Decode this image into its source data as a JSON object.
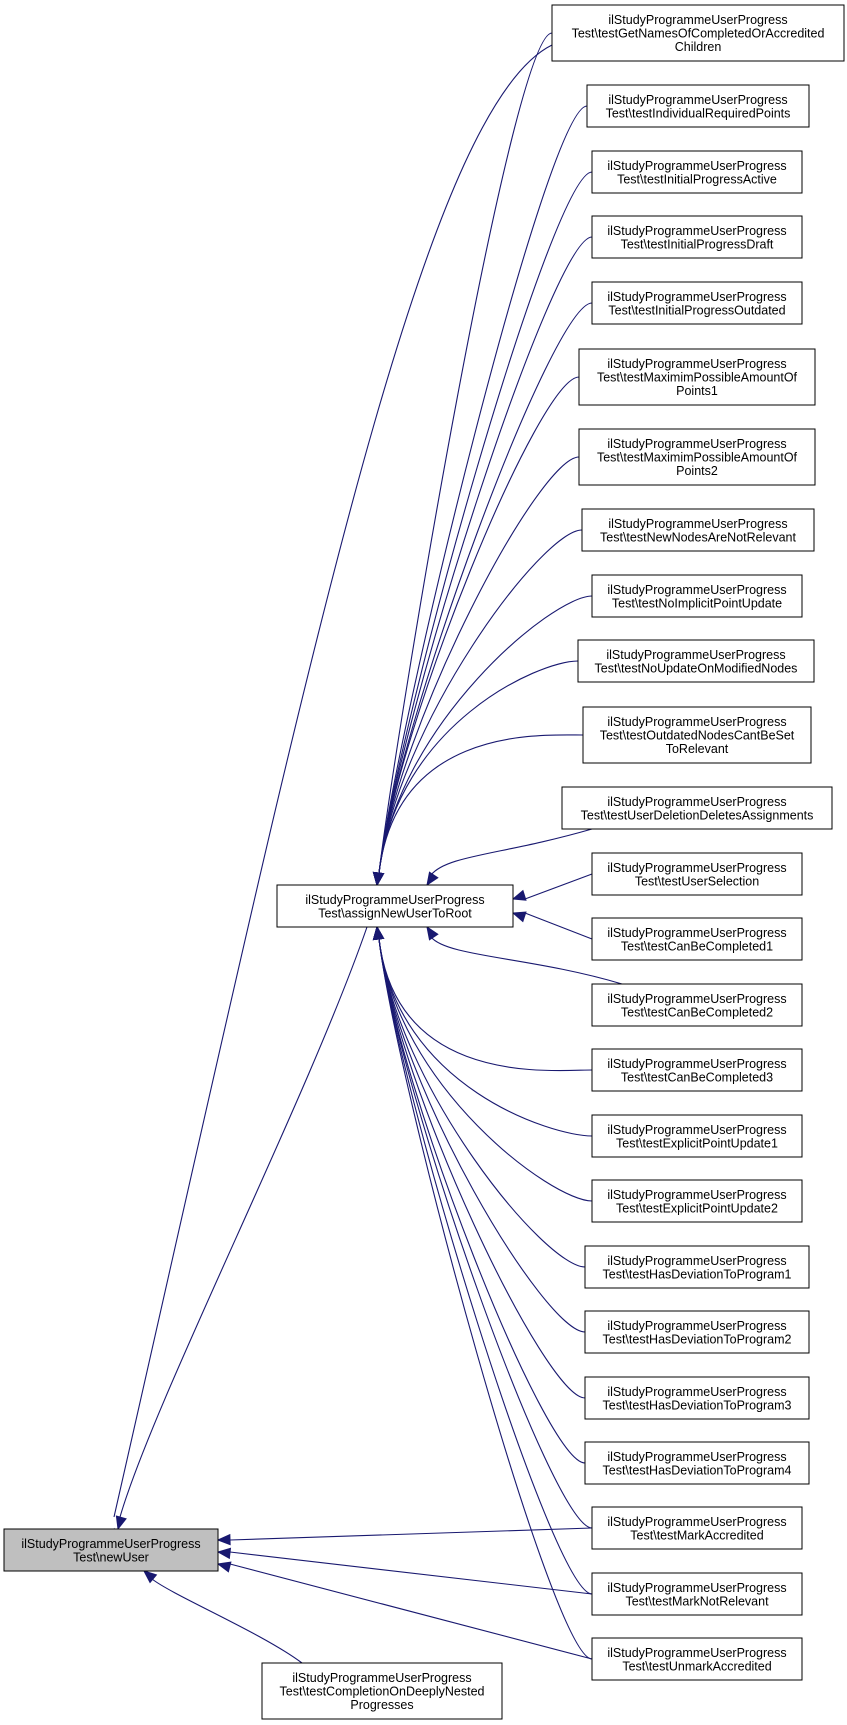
{
  "nodes": [
    {
      "id": "newUser",
      "lines": [
        "ilStudyProgrammeUserProgress",
        "Test\\newUser"
      ]
    },
    {
      "id": "testCompletionOnDeeplyNestedProgresses",
      "lines": [
        "ilStudyProgrammeUserProgress",
        "Test\\testCompletionOnDeeplyNested",
        "Progresses"
      ]
    },
    {
      "id": "assignNewUserToRoot",
      "lines": [
        "ilStudyProgrammeUserProgress",
        "Test\\assignNewUserToRoot"
      ]
    },
    {
      "id": "testGetNamesOfCompletedOrAccreditedChildren",
      "lines": [
        "ilStudyProgrammeUserProgress",
        "Test\\testGetNamesOfCompletedOrAccredited",
        "Children"
      ]
    },
    {
      "id": "testIndividualRequiredPoints",
      "lines": [
        "ilStudyProgrammeUserProgress",
        "Test\\testIndividualRequiredPoints"
      ]
    },
    {
      "id": "testInitialProgressActive",
      "lines": [
        "ilStudyProgrammeUserProgress",
        "Test\\testInitialProgressActive"
      ]
    },
    {
      "id": "testInitialProgressDraft",
      "lines": [
        "ilStudyProgrammeUserProgress",
        "Test\\testInitialProgressDraft"
      ]
    },
    {
      "id": "testInitialProgressOutdated",
      "lines": [
        "ilStudyProgrammeUserProgress",
        "Test\\testInitialProgressOutdated"
      ]
    },
    {
      "id": "testMaximimPossibleAmountOfPoints1",
      "lines": [
        "ilStudyProgrammeUserProgress",
        "Test\\testMaximimPossibleAmountOf",
        "Points1"
      ]
    },
    {
      "id": "testMaximimPossibleAmountOfPoints2",
      "lines": [
        "ilStudyProgrammeUserProgress",
        "Test\\testMaximimPossibleAmountOf",
        "Points2"
      ]
    },
    {
      "id": "testNewNodesAreNotRelevant",
      "lines": [
        "ilStudyProgrammeUserProgress",
        "Test\\testNewNodesAreNotRelevant"
      ]
    },
    {
      "id": "testNoImplicitPointUpdate",
      "lines": [
        "ilStudyProgrammeUserProgress",
        "Test\\testNoImplicitPointUpdate"
      ]
    },
    {
      "id": "testNoUpdateOnModifiedNodes",
      "lines": [
        "ilStudyProgrammeUserProgress",
        "Test\\testNoUpdateOnModifiedNodes"
      ]
    },
    {
      "id": "testOutdatedNodesCantBeSetToRelevant",
      "lines": [
        "ilStudyProgrammeUserProgress",
        "Test\\testOutdatedNodesCantBeSet",
        "ToRelevant"
      ]
    },
    {
      "id": "testUserDeletionDeletesAssignments",
      "lines": [
        "ilStudyProgrammeUserProgress",
        "Test\\testUserDeletionDeletesAssignments"
      ]
    },
    {
      "id": "testUserSelection",
      "lines": [
        "ilStudyProgrammeUserProgress",
        "Test\\testUserSelection"
      ]
    },
    {
      "id": "testCanBeCompleted1",
      "lines": [
        "ilStudyProgrammeUserProgress",
        "Test\\testCanBeCompleted1"
      ]
    },
    {
      "id": "testCanBeCompleted2",
      "lines": [
        "ilStudyProgrammeUserProgress",
        "Test\\testCanBeCompleted2"
      ]
    },
    {
      "id": "testCanBeCompleted3",
      "lines": [
        "ilStudyProgrammeUserProgress",
        "Test\\testCanBeCompleted3"
      ]
    },
    {
      "id": "testExplicitPointUpdate1",
      "lines": [
        "ilStudyProgrammeUserProgress",
        "Test\\testExplicitPointUpdate1"
      ]
    },
    {
      "id": "testExplicitPointUpdate2",
      "lines": [
        "ilStudyProgrammeUserProgress",
        "Test\\testExplicitPointUpdate2"
      ]
    },
    {
      "id": "testHasDeviationToProgram1",
      "lines": [
        "ilStudyProgrammeUserProgress",
        "Test\\testHasDeviationToProgram1"
      ]
    },
    {
      "id": "testHasDeviationToProgram2",
      "lines": [
        "ilStudyProgrammeUserProgress",
        "Test\\testHasDeviationToProgram2"
      ]
    },
    {
      "id": "testHasDeviationToProgram3",
      "lines": [
        "ilStudyProgrammeUserProgress",
        "Test\\testHasDeviationToProgram3"
      ]
    },
    {
      "id": "testHasDeviationToProgram4",
      "lines": [
        "ilStudyProgrammeUserProgress",
        "Test\\testHasDeviationToProgram4"
      ]
    },
    {
      "id": "testMarkAccredited",
      "lines": [
        "ilStudyProgrammeUserProgress",
        "Test\\testMarkAccredited"
      ]
    },
    {
      "id": "testMarkNotRelevant",
      "lines": [
        "ilStudyProgrammeUserProgress",
        "Test\\testMarkNotRelevant"
      ]
    },
    {
      "id": "testUnmarkAccredited",
      "lines": [
        "ilStudyProgrammeUserProgress",
        "Test\\testUnmarkAccredited"
      ]
    }
  ],
  "edges": [
    {
      "from": "testGetNamesOfCompletedOrAccreditedChildren",
      "to": "newUser"
    },
    {
      "from": "assignNewUserToRoot",
      "to": "newUser"
    },
    {
      "from": "testCompletionOnDeeplyNestedProgresses",
      "to": "newUser"
    },
    {
      "from": "testMarkAccredited",
      "to": "newUser"
    },
    {
      "from": "testMarkNotRelevant",
      "to": "newUser"
    },
    {
      "from": "testUnmarkAccredited",
      "to": "newUser"
    },
    {
      "from": "testGetNamesOfCompletedOrAccreditedChildren",
      "to": "assignNewUserToRoot"
    },
    {
      "from": "testIndividualRequiredPoints",
      "to": "assignNewUserToRoot"
    },
    {
      "from": "testInitialProgressActive",
      "to": "assignNewUserToRoot"
    },
    {
      "from": "testInitialProgressDraft",
      "to": "assignNewUserToRoot"
    },
    {
      "from": "testInitialProgressOutdated",
      "to": "assignNewUserToRoot"
    },
    {
      "from": "testMaximimPossibleAmountOfPoints1",
      "to": "assignNewUserToRoot"
    },
    {
      "from": "testMaximimPossibleAmountOfPoints2",
      "to": "assignNewUserToRoot"
    },
    {
      "from": "testNewNodesAreNotRelevant",
      "to": "assignNewUserToRoot"
    },
    {
      "from": "testNoImplicitPointUpdate",
      "to": "assignNewUserToRoot"
    },
    {
      "from": "testNoUpdateOnModifiedNodes",
      "to": "assignNewUserToRoot"
    },
    {
      "from": "testOutdatedNodesCantBeSetToRelevant",
      "to": "assignNewUserToRoot"
    },
    {
      "from": "testUserDeletionDeletesAssignments",
      "to": "assignNewUserToRoot"
    },
    {
      "from": "testUserSelection",
      "to": "assignNewUserToRoot"
    },
    {
      "from": "testCanBeCompleted1",
      "to": "assignNewUserToRoot"
    },
    {
      "from": "testCanBeCompleted2",
      "to": "assignNewUserToRoot"
    },
    {
      "from": "testCanBeCompleted3",
      "to": "assignNewUserToRoot"
    },
    {
      "from": "testExplicitPointUpdate1",
      "to": "assignNewUserToRoot"
    },
    {
      "from": "testExplicitPointUpdate2",
      "to": "assignNewUserToRoot"
    },
    {
      "from": "testHasDeviationToProgram1",
      "to": "assignNewUserToRoot"
    },
    {
      "from": "testHasDeviationToProgram2",
      "to": "assignNewUserToRoot"
    },
    {
      "from": "testHasDeviationToProgram3",
      "to": "assignNewUserToRoot"
    },
    {
      "from": "testHasDeviationToProgram4",
      "to": "assignNewUserToRoot"
    },
    {
      "from": "testMarkAccredited",
      "to": "assignNewUserToRoot"
    },
    {
      "from": "testMarkNotRelevant",
      "to": "assignNewUserToRoot"
    },
    {
      "from": "testUnmarkAccredited",
      "to": "assignNewUserToRoot"
    }
  ],
  "colors": {
    "edge": "#191970",
    "focus_node_fill": "#bfbfbf",
    "node_fill": "#ffffff",
    "node_border": "#000000"
  }
}
